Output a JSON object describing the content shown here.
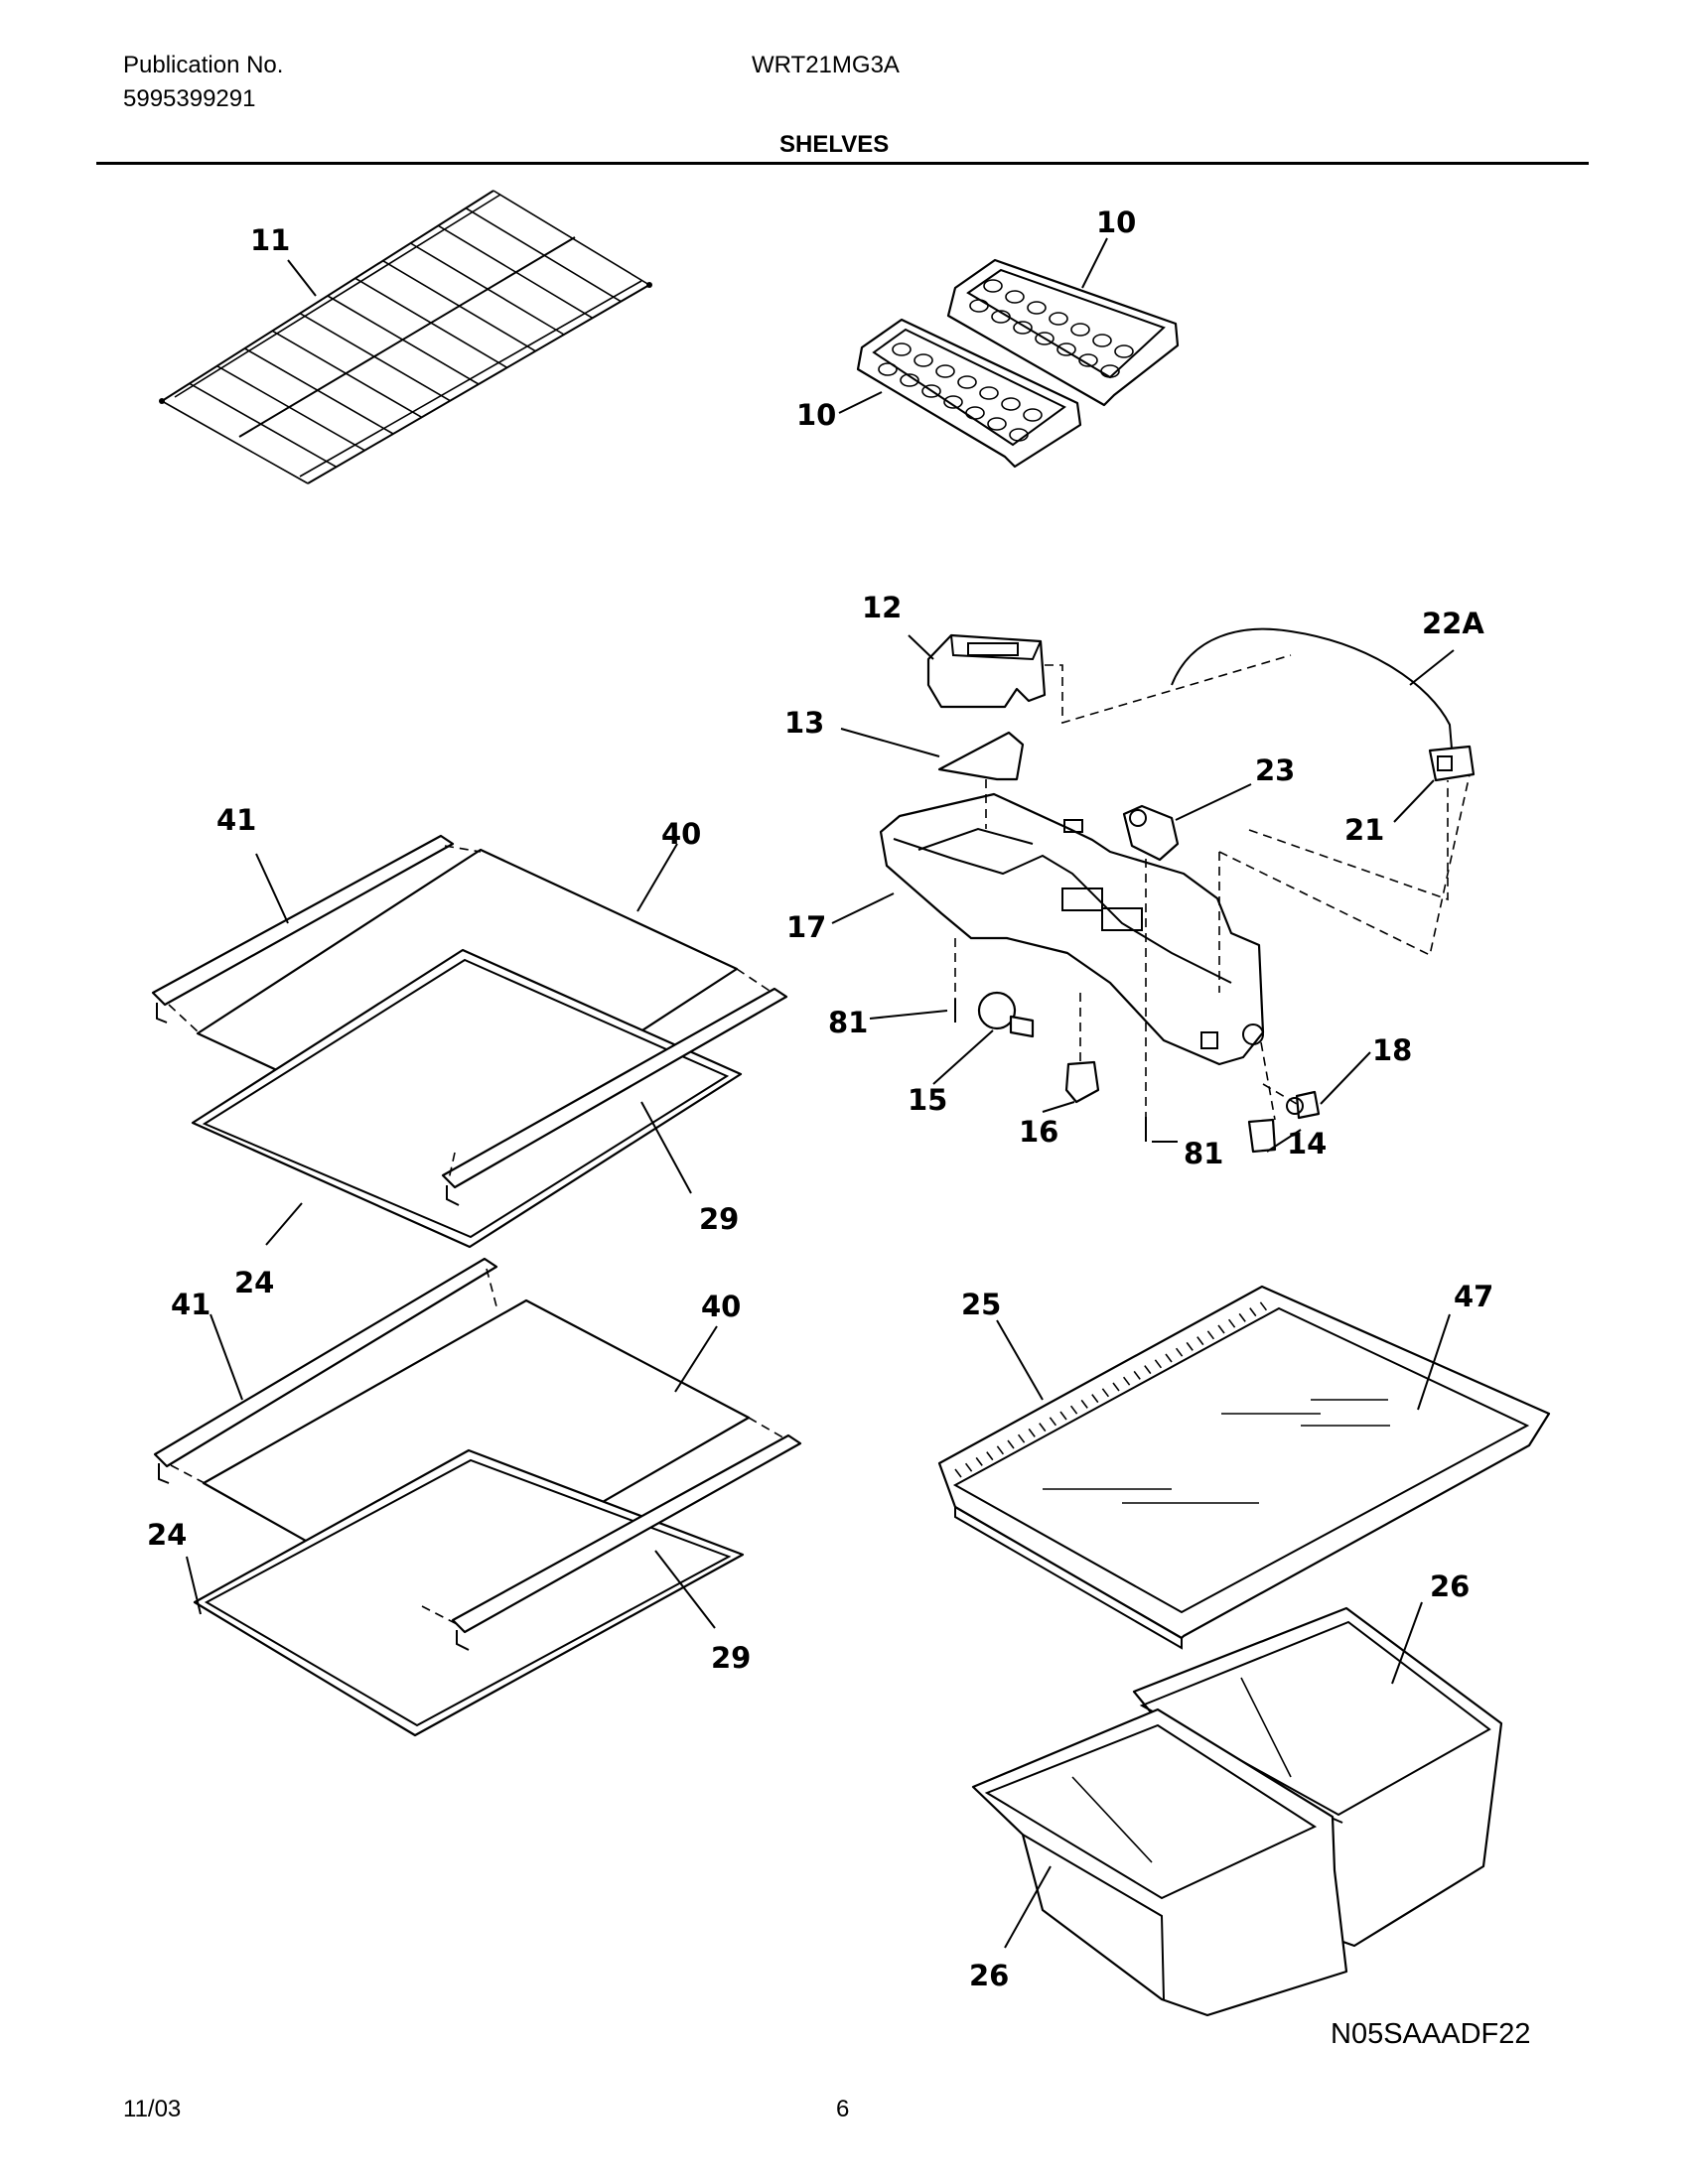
{
  "header": {
    "publication_label": "Publication No.",
    "publication_number": "5995399291",
    "model": "WRT21MG3A",
    "section_title": "SHELVES"
  },
  "diagram_code": "N05SAAADF22",
  "footer": {
    "date": "11/03",
    "page_number": "6"
  },
  "callouts": {
    "c11": "11",
    "c10a": "10",
    "c10b": "10",
    "c12": "12",
    "c22a": "22A",
    "c13": "13",
    "c23": "23",
    "c21": "21",
    "c17": "17",
    "c81a": "81",
    "c18": "18",
    "c15": "15",
    "c16": "16",
    "c81b": "81",
    "c14": "14",
    "c41a": "41",
    "c40a": "40",
    "c29a": "29",
    "c24a": "24",
    "c41b": "41",
    "c40b": "40",
    "c24b": "24",
    "c29b": "29",
    "c25": "25",
    "c47": "47",
    "c26a": "26",
    "c26b": "26"
  }
}
